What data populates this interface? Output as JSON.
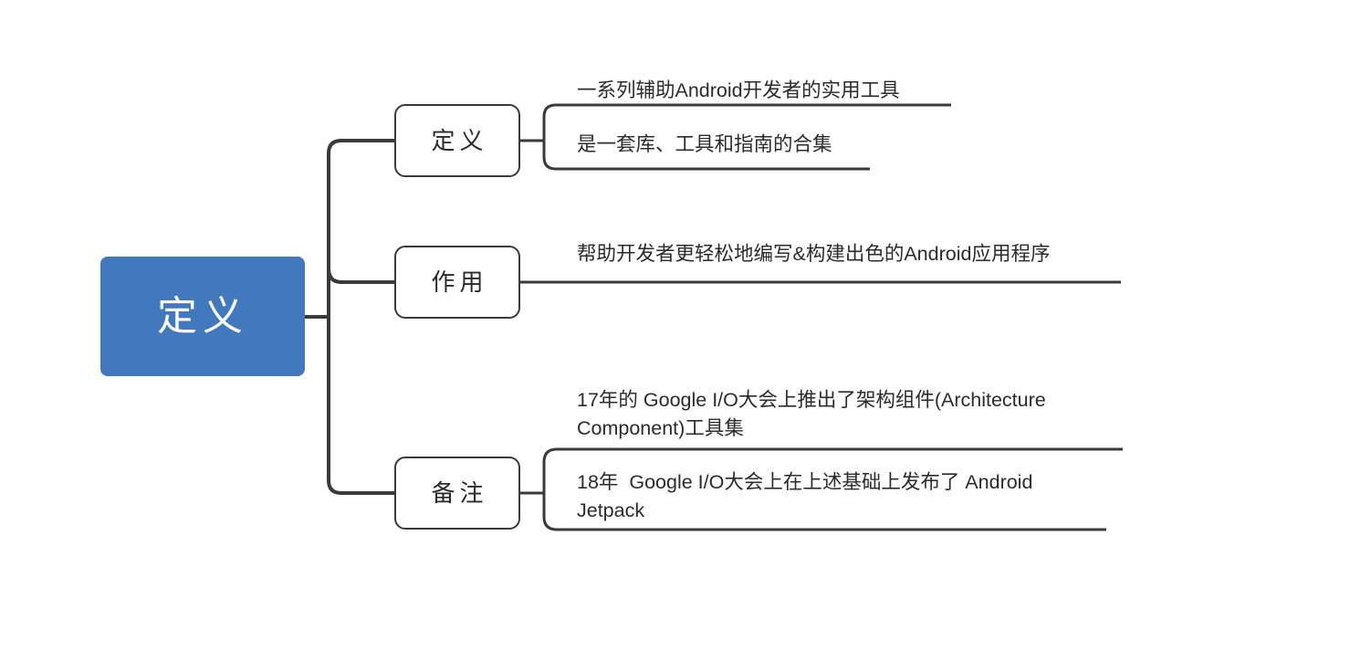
{
  "diagram": {
    "type": "mindmap",
    "title": "定义",
    "colors": {
      "root_fill": "#4178be",
      "root_text": "#ffffff",
      "node_stroke": "#3a3a3a",
      "connector": "#3a3a3a",
      "leaf_rule": "#3a3a3a",
      "text": "#2b2b2b",
      "background": "#ffffff"
    },
    "root": {
      "label": "定义"
    },
    "branches": [
      {
        "label": "定义",
        "leaves": [
          {
            "text": "一系列辅助Android开发者的实用工具"
          },
          {
            "text": "是一套库、工具和指南的合集"
          }
        ]
      },
      {
        "label": "作用",
        "leaves": [
          {
            "text": "帮助开发者更轻松地编写&构建出色的Android应用程序"
          }
        ]
      },
      {
        "label": "备注",
        "leaves": [
          {
            "text": "17年的 Google I/O大会上推出了架构组件(Architecture Component)工具集"
          },
          {
            "text": "18年  Google I/O大会上在上述基础上发布了 Android Jetpack"
          }
        ]
      }
    ]
  }
}
